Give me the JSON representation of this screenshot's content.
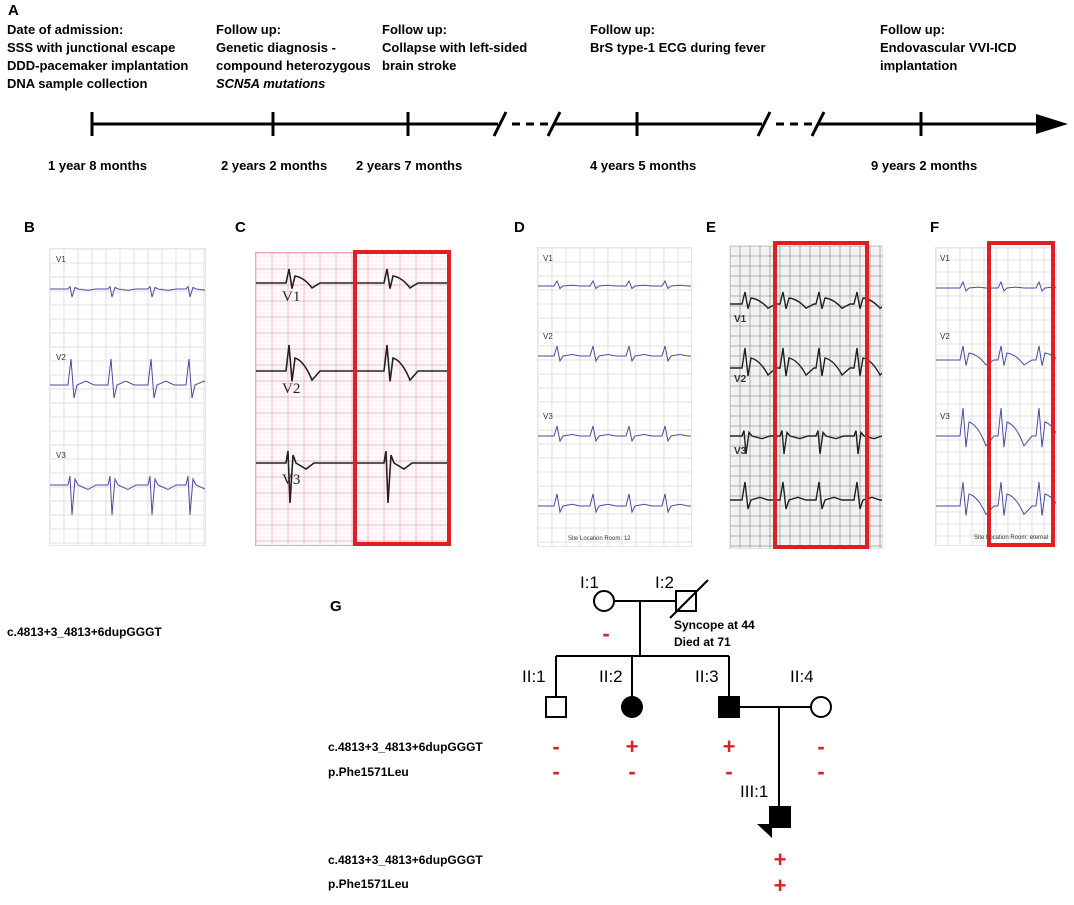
{
  "panels": {
    "A": "A",
    "B": "B",
    "C": "C",
    "D": "D",
    "E": "E",
    "F": "F",
    "G": "G"
  },
  "timeline": {
    "events": [
      {
        "lines": [
          "Date of admission:",
          "SSS with junctional escape",
          "DDD-pacemaker implantation",
          "DNA sample collection"
        ]
      },
      {
        "lines": [
          "Follow up:",
          "Genetic diagnosis -",
          "compound  heterozygous",
          "SCN5A mutations"
        ],
        "italic_last": true
      },
      {
        "lines": [
          "Follow up:",
          "Collapse with left-sided",
          " brain stroke"
        ]
      },
      {
        "lines": [
          "Follow up:",
          "BrS type-1 ECG during fever"
        ]
      },
      {
        "lines": [
          "Follow up:",
          "Endovascular VVI-ICD",
          "implantation"
        ]
      }
    ],
    "ages": [
      "1 year 8 months",
      "2 years 2 months",
      "2 years 7 months",
      "4 years 5 months",
      "9 years 2 months"
    ]
  },
  "ecg": {
    "leads": [
      "V1",
      "V2",
      "V3"
    ],
    "footer_d": "Site Location Room: 12",
    "footer_f": "Site Location Room: eternal",
    "grid_colors": {
      "gray": "#d8d8d8",
      "pink": "#f4a3b4",
      "trace_blue": "#4a4aa8",
      "trace_black": "#222222",
      "highlight": "#e02020"
    }
  },
  "pedigree": {
    "individuals": {
      "I1": "I:1",
      "I2": "I:2",
      "II1": "II:1",
      "II2": "II:2",
      "II3": "II:3",
      "II4": "II:4",
      "III1": "III:1"
    },
    "note": [
      "Syncope at 44",
      "Died at 71"
    ],
    "variants": {
      "v1": "c.4813+3_4813+6dupGGGT",
      "v2": "p.Phe1571Leu"
    },
    "genotypes": {
      "I1_v1": "-",
      "II1_v1": "-",
      "II1_v2": "-",
      "II2_v1": "+",
      "II2_v2": "-",
      "II3_v1": "+",
      "II3_v2": "-",
      "II4_v1": "-",
      "II4_v2": "-",
      "III1_v1": "+",
      "III1_v2": "+"
    }
  }
}
